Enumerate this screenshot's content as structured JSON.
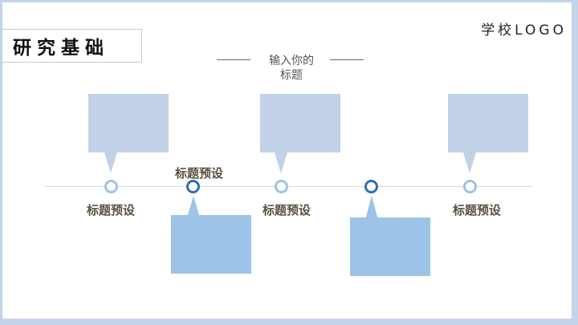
{
  "header": {
    "title": "研究基础",
    "logo": "学校LOGO"
  },
  "subtitle": {
    "line1": "输入你的",
    "line2": "标题"
  },
  "timeline": {
    "nodes": [
      {
        "label": "标题预设",
        "style": "light",
        "box": "above",
        "label_position": "below"
      },
      {
        "label": "标题预设",
        "style": "dark",
        "box": "below",
        "label_position": "above"
      },
      {
        "label": "标题预设",
        "style": "light",
        "box": "above",
        "label_position": "below"
      },
      {
        "label": "",
        "style": "dark",
        "box": "below",
        "label_position": "none"
      },
      {
        "label": "标题预设",
        "style": "light",
        "box": "above",
        "label_position": "below"
      }
    ]
  },
  "colors": {
    "frame": "#c5d3e9",
    "box_light": "#c1d1e8",
    "box_medium": "#9dc3e6",
    "node_light": "#9dc3e6",
    "node_dark": "#2e6fae",
    "label_text": "#5a5140"
  }
}
